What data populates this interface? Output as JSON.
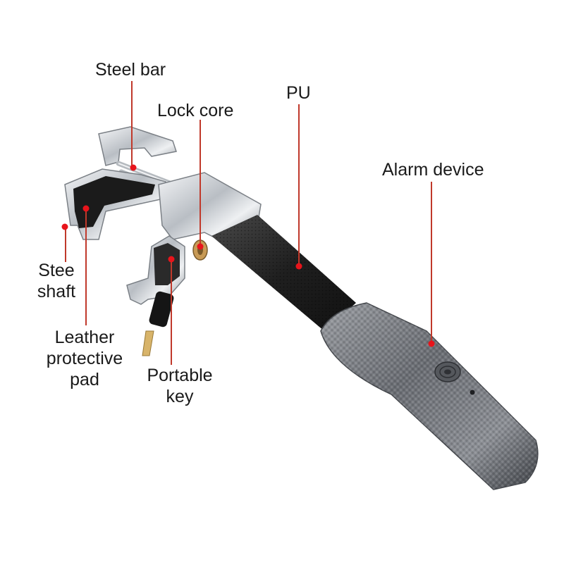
{
  "labels": {
    "steel_bar": "Steel bar",
    "lock_core": "Lock core",
    "pu": "PU",
    "alarm_device": "Alarm device",
    "steering_shaft": [
      "Stee",
      "shaft"
    ],
    "leather_pad": [
      "Leather",
      "protective",
      "pad"
    ],
    "portable_key": [
      "Portable",
      "key"
    ]
  },
  "colors": {
    "leader_line": "#c0392b",
    "leader_dot": "#e8141b",
    "chrome": "#c9cdd2",
    "pu_handle": "#2a2a2a",
    "carbon_grip": "#6f7278"
  }
}
